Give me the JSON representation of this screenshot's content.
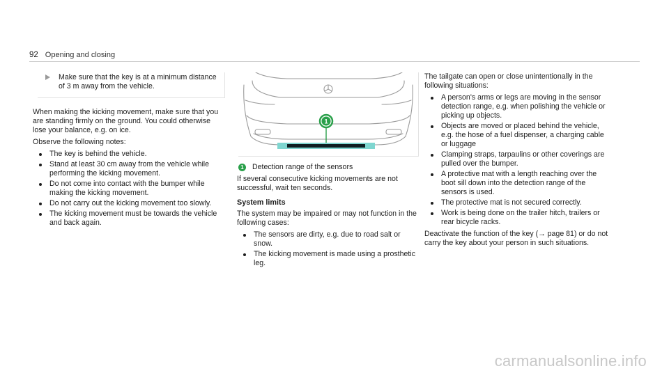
{
  "header": {
    "page_number": "92",
    "section_title": "Opening and closing"
  },
  "col1": {
    "note": "Make sure that the key is at a minimum distance of 3 m away from the vehicle.",
    "p1": "When making the kicking movement, make sure that you are standing firmly on the ground. You could otherwise lose your balance, e.g. on ice.",
    "p2": "Observe the following notes:",
    "bullets": [
      "The key is behind the vehicle.",
      "Stand at least 30 cm away from the vehicle while performing the kicking movement.",
      "Do not come into contact with the bumper while making the kicking movement.",
      "Do not carry out the kicking movement too slowly.",
      "The kicking movement must be towards the vehicle and back again."
    ]
  },
  "col2": {
    "figure_badge": "1",
    "caption_badge": "1",
    "caption": "Detection range of the sensors",
    "p1": "If several consecutive kicking movements are not successful, wait ten seconds.",
    "heading": "System limits",
    "p2": "The system may be impaired or may not function in the following cases:",
    "bullets": [
      "The sensors are dirty, e.g. due to road salt or snow.",
      "The kicking movement is made using a prosthetic leg."
    ]
  },
  "col3": {
    "p1": "The tailgate can open or close unintentionally in the following situations:",
    "bullets": [
      "A person's arms or legs are moving in the sensor detection range, e.g. when polishing the vehicle or picking up objects.",
      "Objects are moved or placed behind the vehicle, e.g. the hose of a fuel dispenser, a charging cable or luggage",
      "Clamping straps, tarpaulins or other coverings are pulled over the bumper.",
      "A protective mat with a length reaching over the boot sill down into the detection range of the sensors is used.",
      "The protective mat is not secured correctly.",
      "Work is being done on the trailer hitch, trailers or rear bicycle racks."
    ],
    "p2": "Deactivate the function of the key (→ page 81) or do not carry the key about your person in such situations."
  },
  "watermark": "carmanualsonline.info",
  "colors": {
    "badge_green": "#2aa04a",
    "detection_zone": "#7fd6d0",
    "car_outline": "#9a9a9a"
  }
}
